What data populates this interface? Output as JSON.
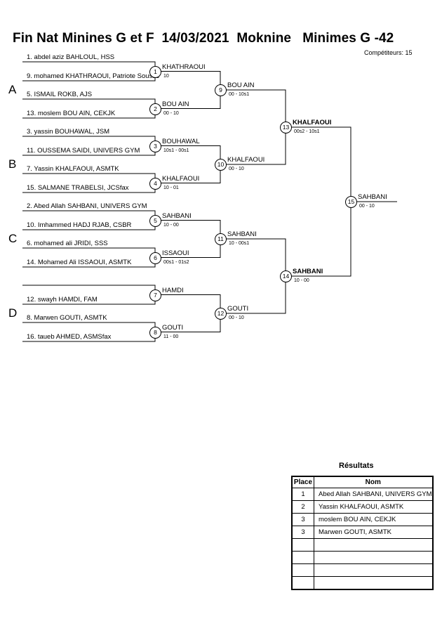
{
  "header": {
    "title": "Fin Nat Minines G et F  14/03/2021  Moknine   Minimes G -42",
    "competitors": "Compétiteurs: 15"
  },
  "pools": [
    "A",
    "B",
    "C",
    "D"
  ],
  "entries": [
    "1. abdel aziz BAHLOUL, HSS",
    "9. mohamed KHATHRAOUI, Patriote Sousse",
    "5. ISMAIL ROKB, AJS",
    "13. moslem BOU AIN, CEKJK",
    "3. yassin BOUHAWAL, JSM",
    "11. OUSSEMA SAIDI, UNIVERS GYM",
    "7. Yassin KHALFAOUI, ASMTK",
    "15. SALMANE TRABELSI, JCSfax",
    "2. Abed Allah SAHBANI, UNIVERS GYM",
    "10. Imhammed HADJ RJAB, CSBR",
    "6. mohamed ali JRIDI, SSS",
    "14. Mohamed Ali ISSAOUI, ASMTK",
    "",
    "12. swayh HAMDI, FAM",
    "8. Marwen GOUTI, ASMTK",
    "16. taueb AHMED, ASMSfax"
  ],
  "matches": [
    {
      "num": "1",
      "winner": "KHATHRAOUI",
      "score": "10"
    },
    {
      "num": "2",
      "winner": "BOU AIN",
      "score": "00 - 10"
    },
    {
      "num": "3",
      "winner": "BOUHAWAL",
      "score": "10s1 - 00s1"
    },
    {
      "num": "4",
      "winner": "KHALFAOUI",
      "score": "10 - 01"
    },
    {
      "num": "5",
      "winner": "SAHBANI",
      "score": "10 - 00"
    },
    {
      "num": "6",
      "winner": "ISSAOUI",
      "score": "00s1 - 01s2"
    },
    {
      "num": "7",
      "winner": "HAMDI",
      "score": ""
    },
    {
      "num": "8",
      "winner": "GOUTI",
      "score": "11 - 00"
    },
    {
      "num": "9",
      "winner": "BOU AIN",
      "score": "00 - 10s1"
    },
    {
      "num": "10",
      "winner": "KHALFAOUI",
      "score": "00 - 10"
    },
    {
      "num": "11",
      "winner": "SAHBANI",
      "score": "10 - 00s1"
    },
    {
      "num": "12",
      "winner": "GOUTI",
      "score": "00 - 10"
    },
    {
      "num": "13",
      "winner": "KHALFAOUI",
      "score": "00s2 - 10s1"
    },
    {
      "num": "14",
      "winner": "SAHBANI",
      "score": "10 - 00"
    },
    {
      "num": "15",
      "winner": "SAHBANI",
      "score": "00 - 10"
    }
  ],
  "results": {
    "title": "Résultats",
    "col_place": "Place",
    "col_name": "Nom",
    "rows": [
      {
        "place": "1",
        "name": "Abed Allah SAHBANI, UNIVERS GYM"
      },
      {
        "place": "2",
        "name": "Yassin KHALFAOUI, ASMTK"
      },
      {
        "place": "3",
        "name": "moslem BOU AIN, CEKJK"
      },
      {
        "place": "3",
        "name": "Marwen GOUTI, ASMTK"
      },
      {
        "place": "",
        "name": ""
      },
      {
        "place": "",
        "name": ""
      },
      {
        "place": "",
        "name": ""
      },
      {
        "place": "",
        "name": ""
      }
    ]
  }
}
